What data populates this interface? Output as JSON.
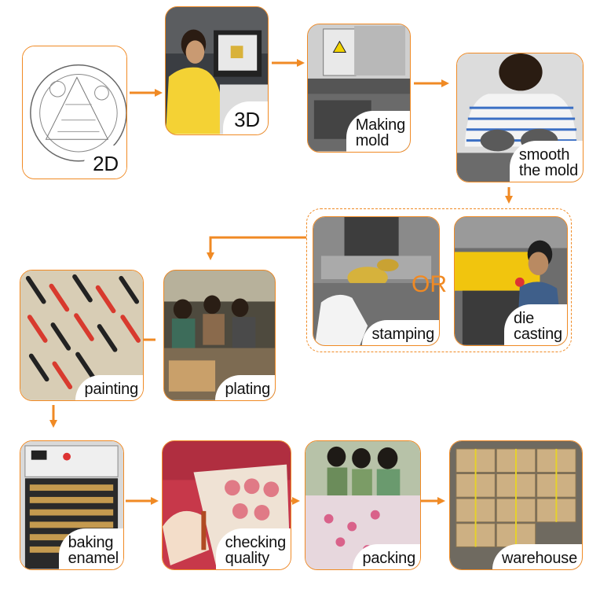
{
  "steps": {
    "design_2d": "2D",
    "design_3d": "3D",
    "making_mold": [
      "Making",
      "mold"
    ],
    "smooth_mold": [
      "smooth",
      "the mold"
    ],
    "stamping": "stamping",
    "die_casting": [
      "die",
      "casting"
    ],
    "plating": "plating",
    "painting": "painting",
    "baking_enamel": [
      "baking",
      "enamel"
    ],
    "checking_quality": [
      "checking",
      "quality"
    ],
    "packing": "packing",
    "warehouse": "warehouse"
  },
  "or_text": "OR",
  "colors": {
    "accent": "#f08a24"
  }
}
